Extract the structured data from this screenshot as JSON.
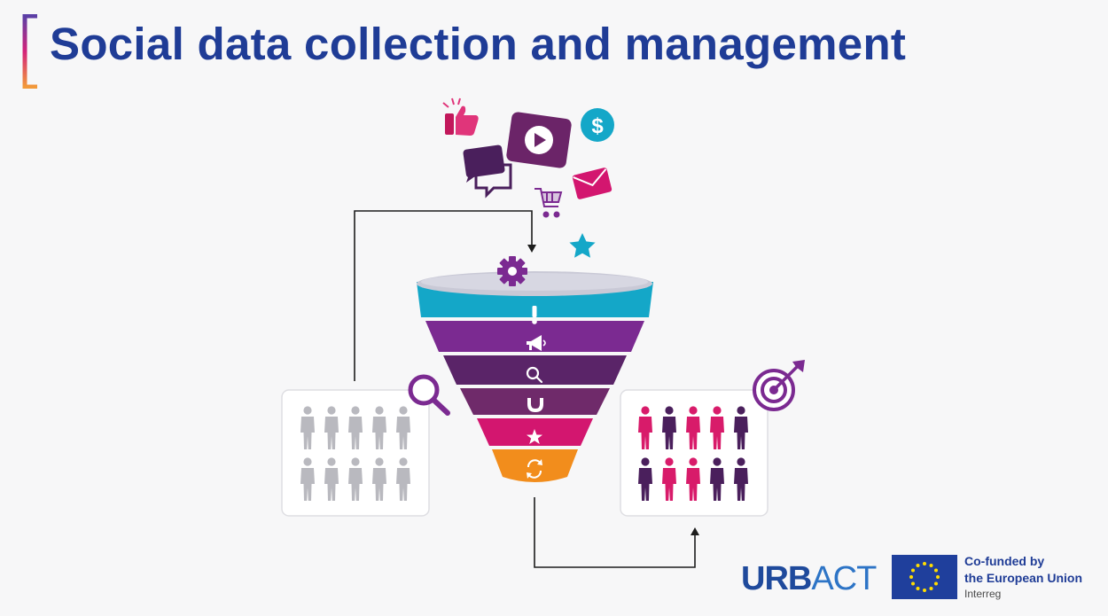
{
  "slide": {
    "title": "Social data collection and management"
  },
  "colors": {
    "title": "#1f3c96",
    "funnel_bands": [
      "#14a7c8",
      "#7b2a91",
      "#5a2468",
      "#6f2a6a",
      "#d3166f",
      "#f28d1c"
    ],
    "funnel_top": "#c9c9d6",
    "people_left": "#b9b9bf",
    "people_right_pink": "#d81b6a",
    "people_right_purple": "#4a1f5c"
  },
  "funnel": {
    "stages": [
      {
        "icon": "exclamation-icon",
        "glyph": "!"
      },
      {
        "icon": "megaphone-icon",
        "glyph": "📢"
      },
      {
        "icon": "magnifier-icon",
        "glyph": "⌕"
      },
      {
        "icon": "magnet-icon",
        "glyph": "⊍"
      },
      {
        "icon": "star-icon",
        "glyph": "★"
      },
      {
        "icon": "refresh-icon",
        "glyph": "↻"
      }
    ]
  },
  "floating_icons": [
    "thumbs-up-icon",
    "video-play-icon",
    "dollar-icon",
    "chat-bubbles-icon",
    "mail-icon",
    "shopping-cart-icon",
    "star-icon",
    "gear-icon"
  ],
  "panels": {
    "left": {
      "icon": "magnifying-glass-icon",
      "people_count": 10
    },
    "right": {
      "icon": "target-icon",
      "people_count": 10
    }
  },
  "footer": {
    "urbact_bold": "URB",
    "urbact_light": "ACT",
    "eu_line1": "Co-funded by",
    "eu_line2": "the European Union",
    "eu_sub": "Interreg"
  }
}
